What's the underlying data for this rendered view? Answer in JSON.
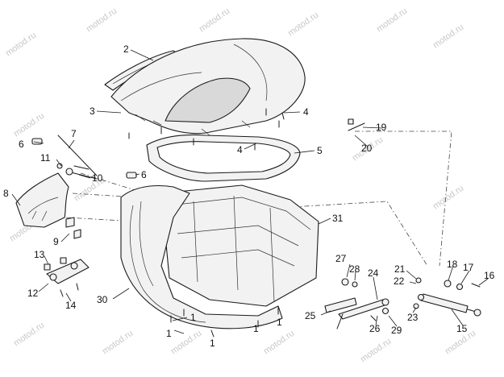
{
  "watermark": "motod.ru",
  "callouts": {
    "c1": "1",
    "c2": "2",
    "c3": "3",
    "c4": "4",
    "c5": "5",
    "c6": "6",
    "c7": "7",
    "c8": "8",
    "c9": "9",
    "c10": "10",
    "c11": "11",
    "c12": "12",
    "c13": "13",
    "c14": "14",
    "c15": "15",
    "c16": "16",
    "c17": "17",
    "c18": "18",
    "c19": "19",
    "c20": "20",
    "c21": "21",
    "c22": "22",
    "c23": "23",
    "c24": "24",
    "c25": "25",
    "c26": "26",
    "c27": "27",
    "c28": "28",
    "c29": "29",
    "c30": "30",
    "c31": "31"
  },
  "colors": {
    "line": "#1a1a1a",
    "fill": "#f2f2f2",
    "watermark": "#c8c8c8"
  }
}
